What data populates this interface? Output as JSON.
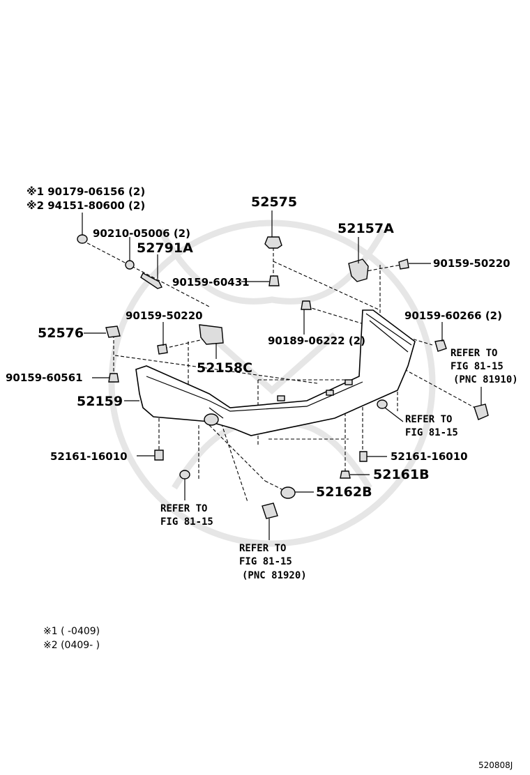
{
  "diagram": {
    "labels": {
      "note1_part": "※1 90179-06156 (2)",
      "note2_part": "※2 94151-80600 (2)",
      "p90210": "90210-05006 (2)",
      "p52791A": "52791A",
      "p52575": "52575",
      "p90159_60431": "90159-60431",
      "p52157A": "52157A",
      "p90159_50220_r": "90159-50220",
      "p90159_50220_l": "90159-50220",
      "p90159_60266": "90159-60266 (2)",
      "p52576": "52576",
      "p90189_06222": "90189-06222 (2)",
      "p52158C": "52158C",
      "p90159_60561": "90159-60561",
      "p52159": "52159",
      "p52161_16010_l": "52161-16010",
      "p52161_16010_r": "52161-16010",
      "p52161B": "52161B",
      "p52162B": "52162B"
    },
    "refs": {
      "ref_r1_l1": "REFER TO",
      "ref_r1_l2": "FIG 81-15",
      "ref_r1_l3": "(PNC 81910)",
      "ref_r2_l1": "REFER TO",
      "ref_r2_l2": "FIG 81-15",
      "ref_l1_l1": "REFER TO",
      "ref_l1_l2": "FIG 81-15",
      "ref_b_l1": "REFER TO",
      "ref_b_l2": "FIG 81-15",
      "ref_b_l3": "(PNC 81920)"
    },
    "notes": {
      "n1": "※1 (        -0409)",
      "n2": "※2 (0409-        )"
    },
    "figure_code": "520808J"
  }
}
